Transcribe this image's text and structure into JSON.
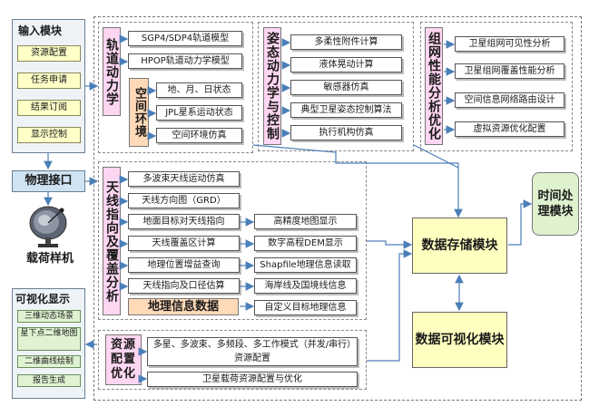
{
  "input_module": {
    "title": "输入模块",
    "items": [
      "资源配置",
      "任务申请",
      "结果订阅",
      "显示控制"
    ]
  },
  "physical_interface": {
    "label": "物理接口"
  },
  "payload": {
    "label": "载荷样机"
  },
  "visualization_display": {
    "title": "可视化显示",
    "items": [
      "三维动态场景",
      "星下点二维地图",
      "二维曲线绘制",
      "报告生成"
    ]
  },
  "orbit_dynamics": {
    "title": "轨道动力学",
    "items": [
      "SGP4/SDP4轨道模型",
      "HPOP轨道动力学模型"
    ],
    "space_env": {
      "title": "空间环境",
      "items": [
        "地、月、日状态",
        "JPL星系运动状态",
        "空间环境仿真"
      ]
    }
  },
  "attitude_dynamics": {
    "title": "姿态动力学与控制",
    "items": [
      "多柔性附件计算",
      "液体晃动计算",
      "敏感器仿真",
      "典型卫星姿态控制算法",
      "执行机构仿真"
    ]
  },
  "network_analysis": {
    "title": "组网性能分析优化",
    "items": [
      "卫星组网可见性分析",
      "卫星组网覆盖性能分析",
      "空间信息网络路由设计",
      "虚拟资源优化配置"
    ]
  },
  "antenna": {
    "title": "天线指向及覆盖分析",
    "items": [
      "多波束天线运动仿真",
      "天线方向图（GRD）",
      "地面目标对天线指向",
      "天线覆盖区计算",
      "地理位置增益查询",
      "天线指向及口径估算"
    ],
    "geo_data": {
      "title": "地理信息数据",
      "items": [
        "高精度地图显示",
        "数字高程DEM显示",
        "Shapfile地理信息读取",
        "海岸线及国境线信息",
        "自定义目标地理信息"
      ]
    }
  },
  "resource_config": {
    "title": "资源配置优化",
    "items": [
      "多星、多波束、多频段、多工作模式（并发/串行）资源配置",
      "卫星载荷资源配置与优化"
    ]
  },
  "data_storage": {
    "label": "数据存储模块"
  },
  "data_visualization": {
    "label": "数据可视化模块"
  },
  "time_processing": {
    "label": "时间处理模块"
  },
  "colors": {
    "pink": "#ffd6f2",
    "peach": "#ffd9b8",
    "yellow": "#ffffc8",
    "green": "#dff3d2",
    "panel": "#eef3f8",
    "arrow": "#4a7fb8"
  }
}
